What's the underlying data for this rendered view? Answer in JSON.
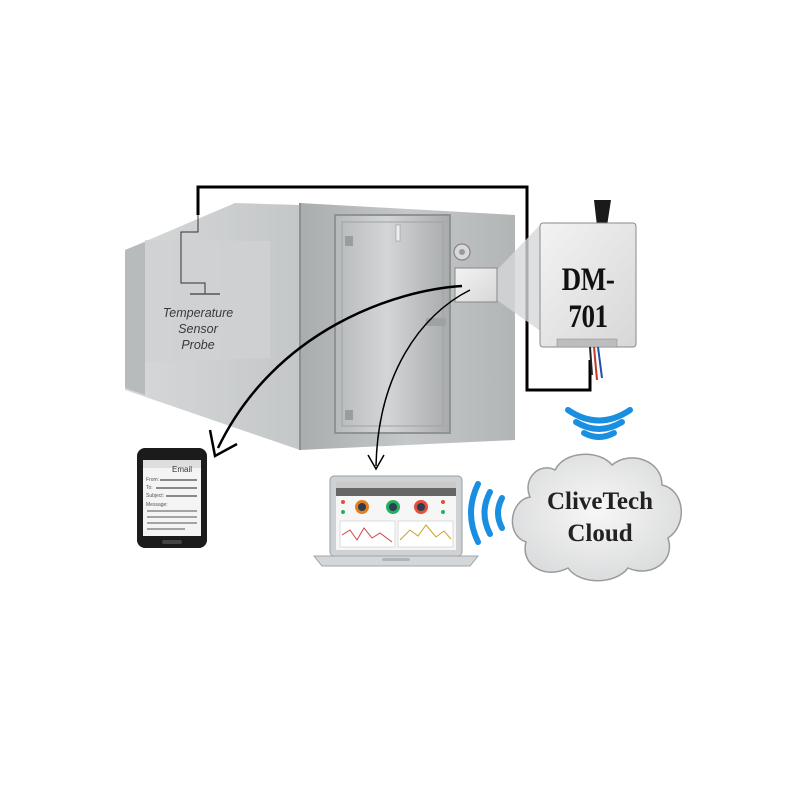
{
  "labels": {
    "probe": [
      "Temperature",
      "Sensor",
      "Probe"
    ],
    "device": "DM-701",
    "cloud": [
      "CliveTech",
      "Cloud"
    ]
  },
  "phone": {
    "title": "Email",
    "fields": [
      "From:",
      "To:",
      "Subject:",
      "Message:"
    ]
  },
  "colors": {
    "wifi": "#1a8ee0",
    "cable": "#000000",
    "cooler": "#b9bcbd",
    "cloud_fill": "#e9eaeb"
  }
}
